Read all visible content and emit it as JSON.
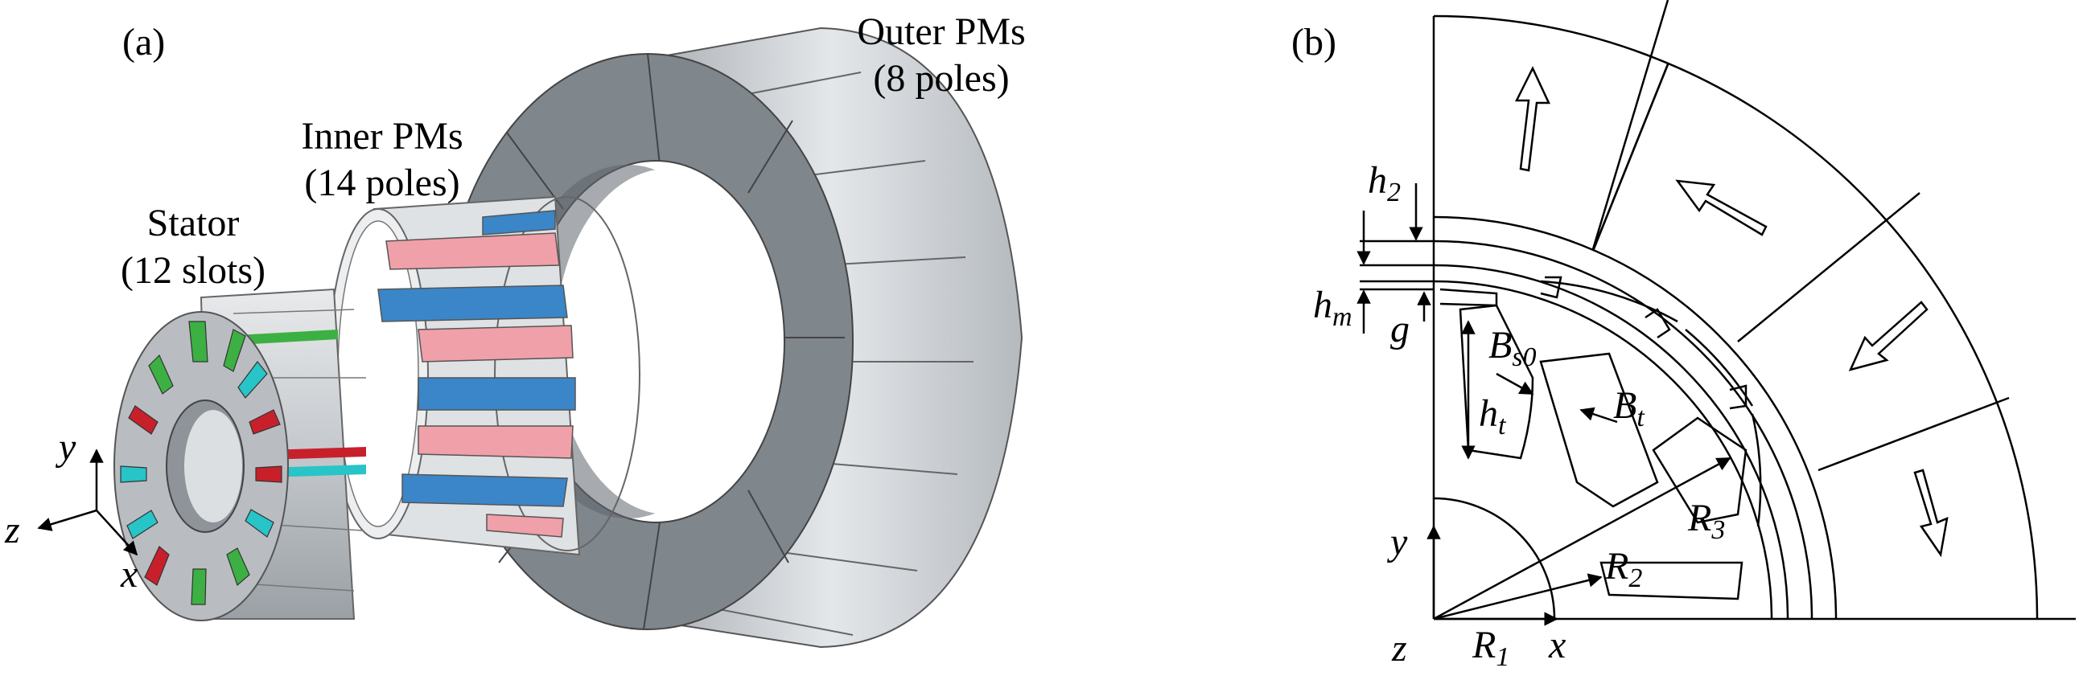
{
  "panel_a": {
    "label": "(a)",
    "stator": {
      "line1": "Stator",
      "line2": "(12 slots)"
    },
    "inner_pms": {
      "line1": "Inner PMs",
      "line2": "(14 poles)"
    },
    "outer_pms": {
      "line1": "Outer PMs",
      "line2": "(8 poles)"
    },
    "axes": {
      "y": "y",
      "z": "z",
      "x": "x"
    },
    "colors": {
      "steel": "#c8ccd0",
      "outer_ring_face": "#9aa0a6",
      "outer_ring_side": "#d2d6da",
      "pm_blue": "#3a86c8",
      "pm_pink": "#f0a0a8",
      "winding_green": "#3cb043",
      "winding_cyan": "#27c4c8",
      "winding_red": "#c8202a"
    }
  },
  "panel_b": {
    "label": "(b)",
    "dims": {
      "h2": {
        "base": "h",
        "sub": "2"
      },
      "hm": {
        "base": "h",
        "sub": "m"
      },
      "g": {
        "base": "g",
        "sub": ""
      },
      "Bs0": {
        "base": "B",
        "sub": "s0"
      },
      "ht": {
        "base": "h",
        "sub": "t"
      },
      "Bt": {
        "base": "B",
        "sub": "t"
      },
      "R3": {
        "base": "R",
        "sub": "3"
      },
      "R2": {
        "base": "R",
        "sub": "2"
      },
      "R1": {
        "base": "R",
        "sub": "1"
      }
    },
    "axes": {
      "y": "y",
      "z": "z",
      "x": "x"
    }
  }
}
